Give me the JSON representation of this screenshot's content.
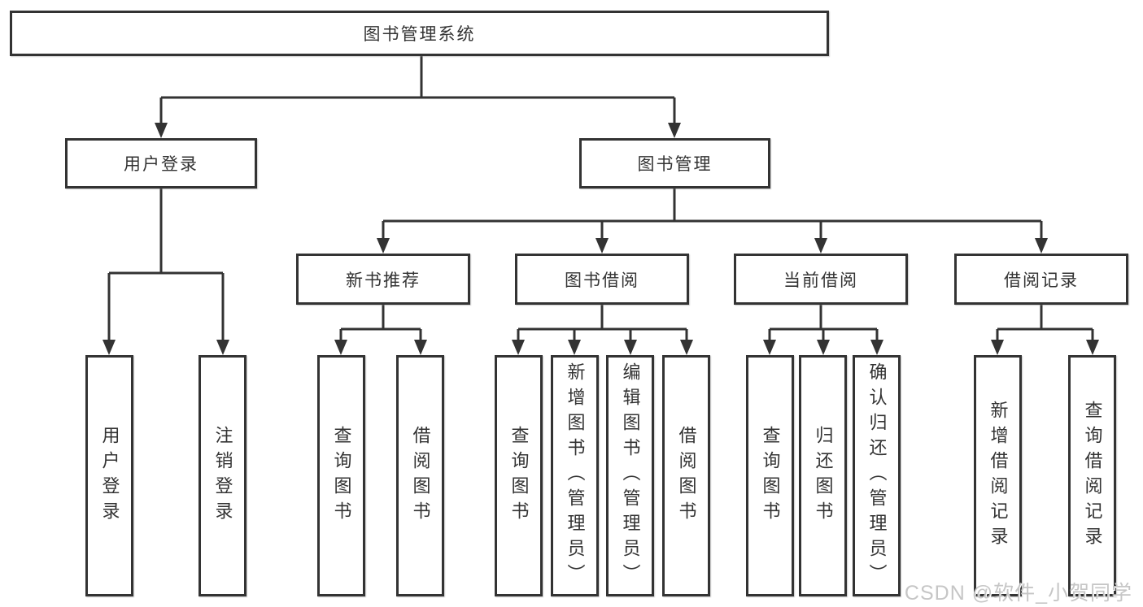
{
  "title": "图书管理系统",
  "level2": {
    "login": "用户登录",
    "management": "图书管理"
  },
  "level3": {
    "new_books": "新书推荐",
    "borrowing": "图书借阅",
    "current_borrow": "当前借阅",
    "borrow_records": "借阅记录"
  },
  "leaves": {
    "login": [
      "用户登录",
      "注销登录"
    ],
    "new_books": [
      "查询图书",
      "借阅图书"
    ],
    "borrowing": [
      "查询图书",
      "新增图书（管理员）",
      "编辑图书（管理员）",
      "借阅图书"
    ],
    "current_borrow": [
      "查询图书",
      "归还图书",
      "确认归还（管理员）"
    ],
    "borrow_records": [
      "新增借阅记录",
      "查询借阅记录"
    ]
  },
  "watermark": "CSDN @软件_小贺同学",
  "colors": {
    "line": "#333333",
    "text": "#333333",
    "watermark": "#c3c3c3",
    "background": "#ffffff"
  }
}
